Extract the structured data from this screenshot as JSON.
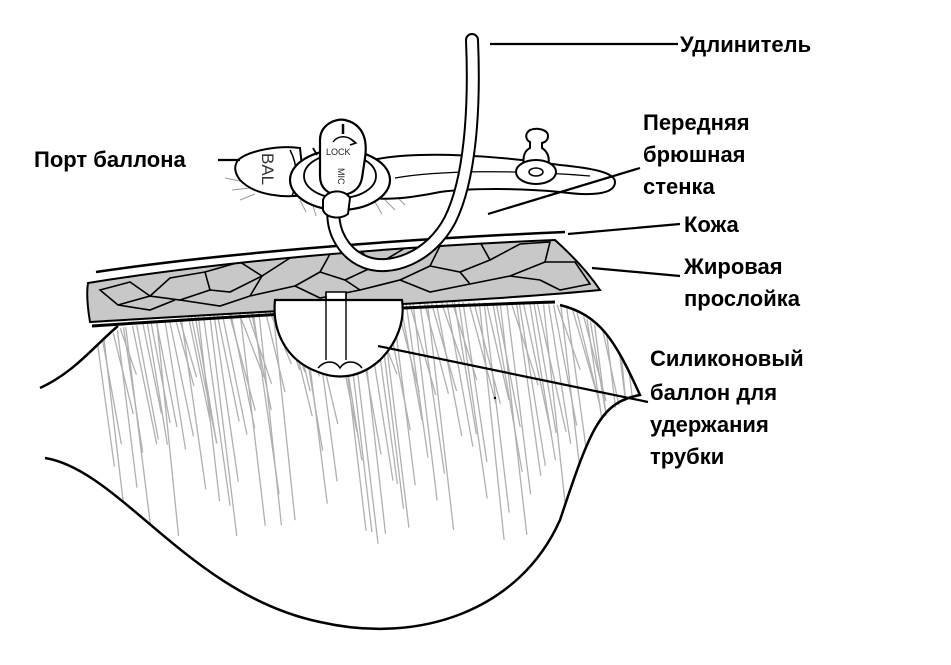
{
  "labels": {
    "extension": "Удлинитель",
    "balloon_port": "Порт баллона",
    "abdominal_wall": [
      "Передняя",
      "брюшная",
      "стенка"
    ],
    "skin": "Кожа",
    "fat_layer": [
      "Жировая",
      "прослойка"
    ],
    "silicone_balloon": [
      "Силиконовый",
      "баллон для",
      "удержания",
      "трубки"
    ]
  },
  "device_text": {
    "lock": "LOCK",
    "mic": "MIC",
    "bal": "BAL"
  },
  "colors": {
    "line": "#000000",
    "fat_fill": "#c8c8c8",
    "hatch": "#b0b0b0",
    "device_fill": "#ffffff"
  }
}
